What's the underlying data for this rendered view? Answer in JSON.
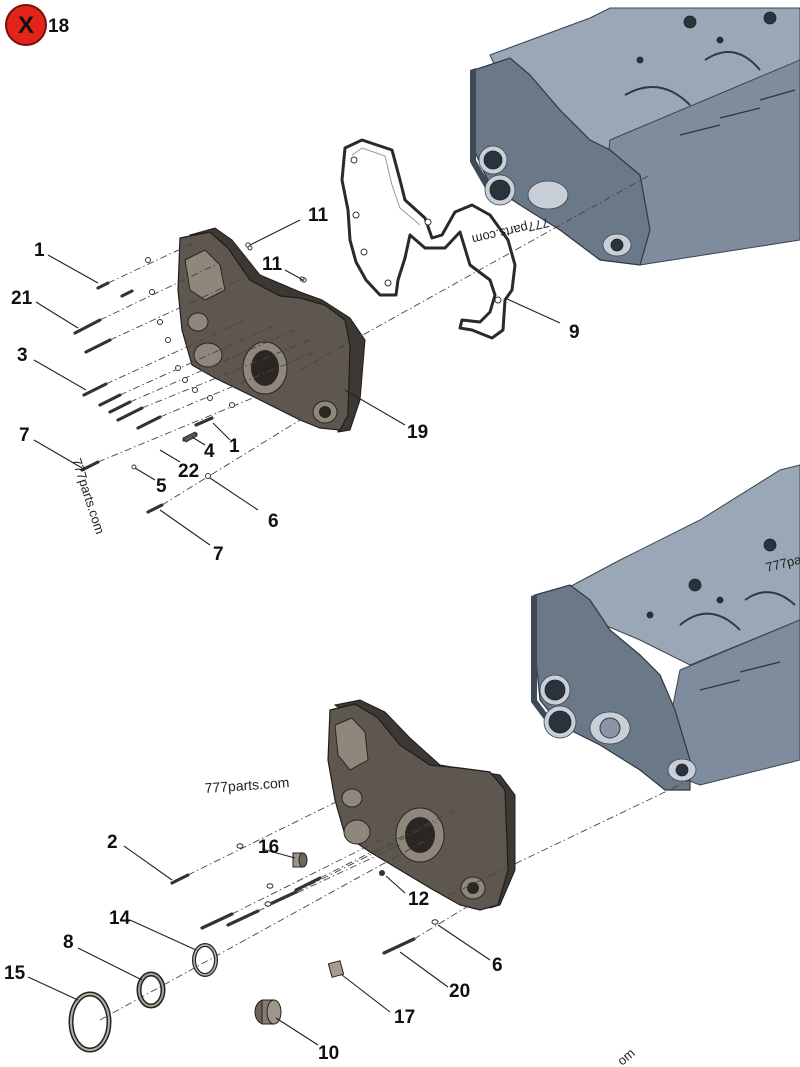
{
  "badge": {
    "symbol": "X",
    "number": "18",
    "color": "#e3241b"
  },
  "watermarks": {
    "top_rotated": "777parts.com",
    "left_rotated": "777parts.com",
    "middle": "777parts.com",
    "right_partial": "777pa",
    "bottom_partial": "om"
  },
  "callouts_top": {
    "c1": "1",
    "c21": "21",
    "c3": "3",
    "c7a": "7",
    "c11a": "11",
    "c11b": "11",
    "c9": "9",
    "c19": "19",
    "c4": "4",
    "c1b": "1",
    "c22": "22",
    "c5": "5",
    "c6": "6",
    "c7b": "7"
  },
  "callouts_bottom": {
    "c2": "2",
    "c16": "16",
    "c12": "12",
    "c14": "14",
    "c8": "8",
    "c15": "15",
    "c6": "6",
    "c20": "20",
    "c17": "17",
    "c10": "10"
  }
}
